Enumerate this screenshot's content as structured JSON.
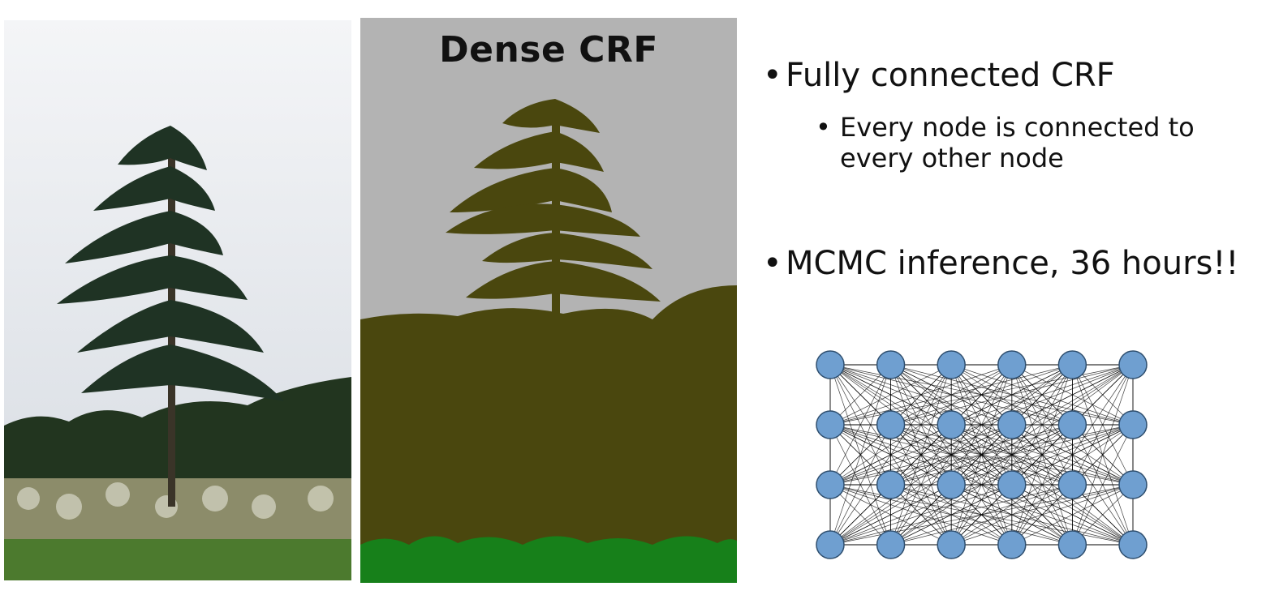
{
  "segmentation_panel": {
    "title": "Dense CRF"
  },
  "bullets": [
    {
      "text": "Fully connected CRF",
      "level": 1
    },
    {
      "text": "Every node is connected to",
      "level": 2
    },
    {
      "text": "every other node",
      "level": 2,
      "continuation": true
    },
    {
      "text": "MCMC inference, 36 hours!!",
      "level": 1
    }
  ],
  "bullet_glyph": "•",
  "graph": {
    "rows": 4,
    "cols": 6,
    "node_color": "#6f9fd0",
    "edge_color": "#000000",
    "fully_connected": true
  },
  "colors": {
    "segment_background": "#b3b3b3",
    "segment_tree": "#4a470e",
    "segment_grass": "#17801a"
  }
}
